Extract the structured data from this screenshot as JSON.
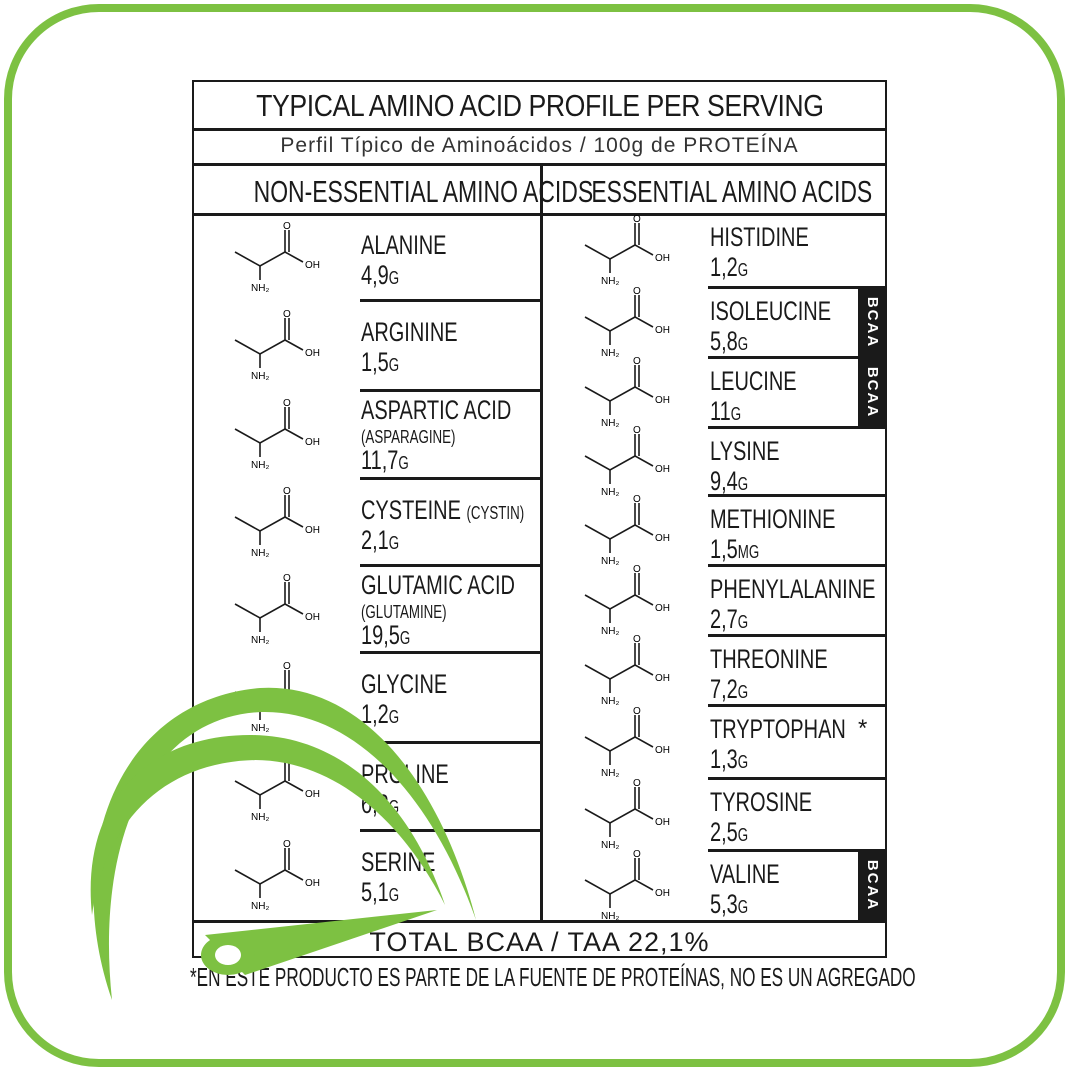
{
  "title": "TYPICAL AMINO ACID PROFILE PER SERVING",
  "subtitle": "Perfil Típico de Aminoácidos / 100g de PROTEÍNA",
  "non_essential_header": "NON-ESSENTIAL AMINO ACIDS",
  "essential_header": "ESSENTIAL AMINO ACIDS",
  "molecule_labels": {
    "o": "O",
    "oh": "OH",
    "nh2": "NH₂"
  },
  "non_essential": [
    {
      "name": "ALANINE",
      "sub": "",
      "value": "4,9",
      "unit": "G"
    },
    {
      "name": "ARGININE",
      "sub": "",
      "value": "1,5",
      "unit": "G"
    },
    {
      "name": "ASPARTIC ACID",
      "sub": "(ASPARAGINE)",
      "value": "11,7",
      "unit": "G"
    },
    {
      "name": "CYSTEINE",
      "sub": "(CYSTIN)",
      "value": "2,1",
      "unit": "G"
    },
    {
      "name": "GLUTAMIC ACID",
      "sub": "(GLUTAMINE)",
      "value": "19,5",
      "unit": "G"
    },
    {
      "name": "GLYCINE",
      "sub": "",
      "value": "1,2",
      "unit": "G"
    },
    {
      "name": "PROLINE",
      "sub": "",
      "value": "6,2",
      "unit": "G"
    },
    {
      "name": "SERINE",
      "sub": "",
      "value": "5,1",
      "unit": "G"
    }
  ],
  "essential": [
    {
      "name": "HISTIDINE",
      "value": "1,2",
      "unit": "G",
      "bcaa": false
    },
    {
      "name": "ISOLEUCINE",
      "value": "5,8",
      "unit": "G",
      "bcaa": true
    },
    {
      "name": "LEUCINE",
      "value": "11",
      "unit": "G",
      "bcaa": true
    },
    {
      "name": "LYSINE",
      "value": "9,4",
      "unit": "G",
      "bcaa": false
    },
    {
      "name": "METHIONINE",
      "value": "1,5",
      "unit": "MG",
      "bcaa": false
    },
    {
      "name": "PHENYLALANINE",
      "value": "2,7",
      "unit": "G",
      "bcaa": false
    },
    {
      "name": "THREONINE",
      "value": "7,2",
      "unit": "G",
      "bcaa": false
    },
    {
      "name": "TRYPTOPHAN",
      "value": "1,3",
      "unit": "G",
      "bcaa": false,
      "star": "*"
    },
    {
      "name": "TYROSINE",
      "value": "2,5",
      "unit": "G",
      "bcaa": false
    },
    {
      "name": "VALINE",
      "value": "5,3",
      "unit": "G",
      "bcaa": true
    }
  ],
  "bcaa_label": "BCAA",
  "total": "TOTAL BCAA / TAA 22,1%",
  "footnote": "*EN ESTE PRODUCTO ES PARTE DE LA FUENTE DE PROTEÍNAS, NO ES UN AGREGADO",
  "colors": {
    "accent": "#7dc142",
    "ink": "#1a1a1a"
  }
}
